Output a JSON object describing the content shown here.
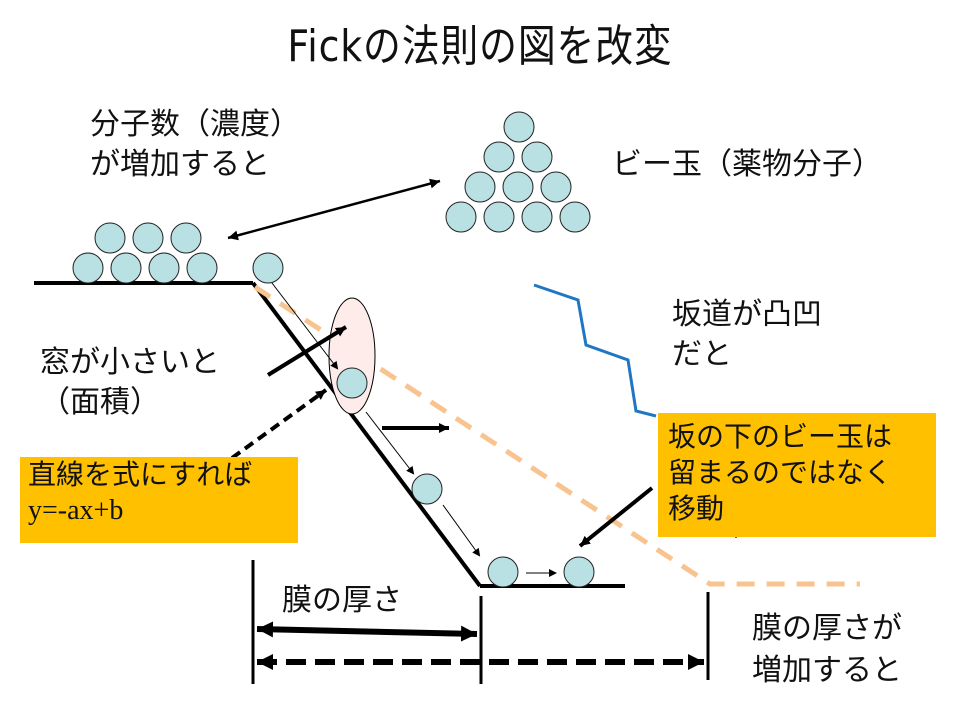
{
  "title": "Fickの法則の図を改変",
  "labels": {
    "concentration": [
      "分子数（濃度）",
      "が増加すると"
    ],
    "marble": "ビー玉（薬物分子）",
    "window": "窓が小さいと",
    "area": "（面積）",
    "bumpy_slope": [
      "坂道が凸凹",
      "だと"
    ],
    "thickness": "膜の厚さ",
    "thickness_increase": [
      "膜の厚さが",
      "増加すると"
    ]
  },
  "callouts": {
    "equation": {
      "line1": "直線を式にすれば",
      "line2": "y=-ax+b"
    },
    "bottom_marbles": [
      "坂の下のビー玉は",
      "留まるのではなく",
      "移動"
    ]
  },
  "colors": {
    "marble_fill": "#b9e0e2",
    "callout_fill": "#ffc000",
    "bumpy_line": "#1f77c4",
    "dashed_slope": "#f9c38f",
    "window_fill": "#fdecea"
  }
}
